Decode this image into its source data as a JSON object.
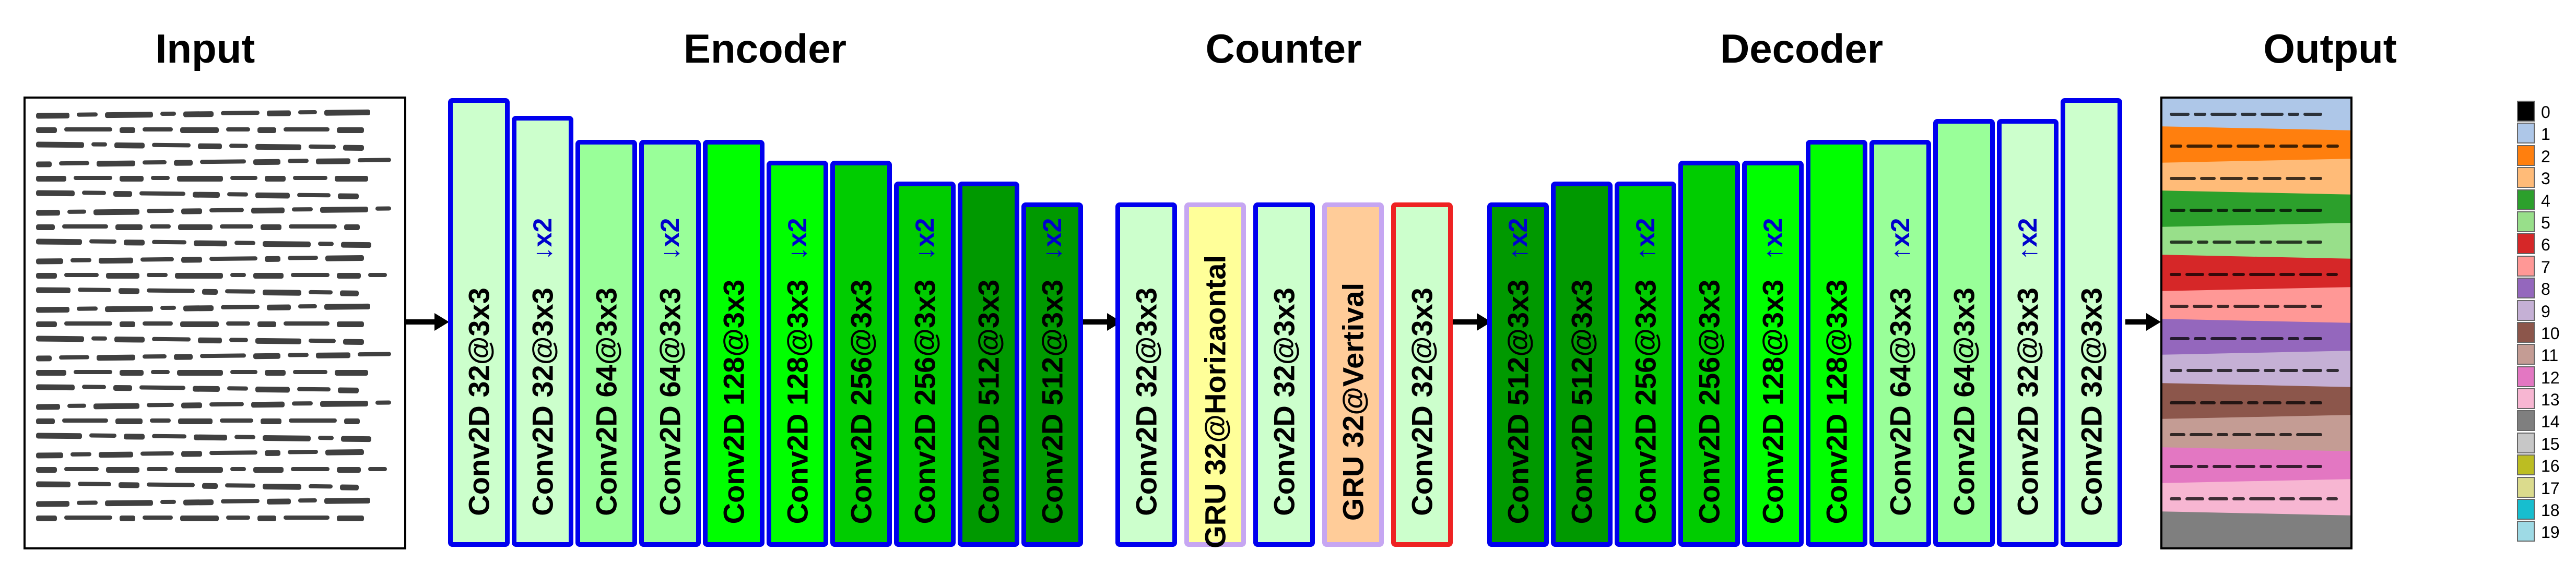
{
  "titles": {
    "input": "Input",
    "encoder": "Encoder",
    "counter": "Counter",
    "decoder": "Decoder",
    "output": "Output"
  },
  "encoder_layers": [
    {
      "label": "Conv2D 32@3x3",
      "scale": "",
      "color": "#ccffcc"
    },
    {
      "label": "Conv2D 32@3x3",
      "scale": "↓x2",
      "color": "#ccffcc"
    },
    {
      "label": "Conv2D 64@3x3",
      "scale": "",
      "color": "#99ff99"
    },
    {
      "label": "Conv2D 64@3x3",
      "scale": "↓x2",
      "color": "#99ff99"
    },
    {
      "label": "Conv2D 128@3x3",
      "scale": "",
      "color": "#00ff00"
    },
    {
      "label": "Conv2D 128@3x3",
      "scale": "↓x2",
      "color": "#00ff00"
    },
    {
      "label": "Conv2D 256@3x3",
      "scale": "",
      "color": "#00cc00"
    },
    {
      "label": "Conv2D 256@3x3",
      "scale": "↓x2",
      "color": "#00cc00"
    },
    {
      "label": "Conv2D 512@3x3",
      "scale": "",
      "color": "#009900"
    },
    {
      "label": "Conv2D 512@3x3",
      "scale": "↓x2",
      "color": "#009900"
    }
  ],
  "counter_layers": [
    {
      "label": "Conv2D 32@3x3",
      "color": "#ccffcc",
      "border": "#0000ee"
    },
    {
      "label": "GRU 32@Horizaontal",
      "color": "#ffff99",
      "border": "#c6a6f2"
    },
    {
      "label": "Conv2D 32@3x3",
      "color": "#ccffcc",
      "border": "#0000ee"
    },
    {
      "label": "GRU 32@Vertival",
      "color": "#ffcc99",
      "border": "#c6a6f2"
    },
    {
      "label": "Conv2D 32@3x3",
      "color": "#ccffcc",
      "border": "#ee2222"
    }
  ],
  "decoder_layers": [
    {
      "label": "Conv2D 512@3x3",
      "scale": "↑x2",
      "color": "#009900"
    },
    {
      "label": "Conv2D 512@3x3",
      "scale": "",
      "color": "#009900"
    },
    {
      "label": "Conv2D 256@3x3",
      "scale": "↑x2",
      "color": "#00cc00"
    },
    {
      "label": "Conv2D 256@3x3",
      "scale": "",
      "color": "#00cc00"
    },
    {
      "label": "Conv2D 128@3x3",
      "scale": "↑x2",
      "color": "#00ff00"
    },
    {
      "label": "Conv2D 128@3x3",
      "scale": "",
      "color": "#00ff00"
    },
    {
      "label": "Conv2D 64@3x3",
      "scale": "↑x2",
      "color": "#99ff99"
    },
    {
      "label": "Conv2D 64@3x3",
      "scale": "",
      "color": "#99ff99"
    },
    {
      "label": "Conv2D 32@3x3",
      "scale": "↑x2",
      "color": "#ccffcc"
    },
    {
      "label": "Conv2D 32@3x3",
      "scale": "",
      "color": "#ccffcc"
    }
  ],
  "legend": [
    {
      "label": "0",
      "color": "#000000"
    },
    {
      "label": "1",
      "color": "#aec7e8"
    },
    {
      "label": "2",
      "color": "#ff7f0e"
    },
    {
      "label": "3",
      "color": "#ffbb78"
    },
    {
      "label": "4",
      "color": "#2ca02c"
    },
    {
      "label": "5",
      "color": "#98df8a"
    },
    {
      "label": "6",
      "color": "#d62728"
    },
    {
      "label": "7",
      "color": "#ff9896"
    },
    {
      "label": "8",
      "color": "#9467bd"
    },
    {
      "label": "9",
      "color": "#c5b0d5"
    },
    {
      "label": "10",
      "color": "#8c564b"
    },
    {
      "label": "11",
      "color": "#c49c94"
    },
    {
      "label": "12",
      "color": "#e377c2"
    },
    {
      "label": "13",
      "color": "#f7b6d2"
    },
    {
      "label": "14",
      "color": "#7f7f7f"
    },
    {
      "label": "15",
      "color": "#c7c7c7"
    },
    {
      "label": "16",
      "color": "#bcbd22"
    },
    {
      "label": "17",
      "color": "#dbdb8d"
    },
    {
      "label": "18",
      "color": "#17becf"
    },
    {
      "label": "19",
      "color": "#9edae5"
    }
  ],
  "output_bands": [
    "#aec7e8",
    "#ff7f0e",
    "#ffbb78",
    "#2ca02c",
    "#98df8a",
    "#d62728",
    "#ff9896",
    "#9467bd",
    "#c5b0d5",
    "#8c564b",
    "#c49c94",
    "#e377c2",
    "#f7b6d2",
    "#7f7f7f"
  ]
}
